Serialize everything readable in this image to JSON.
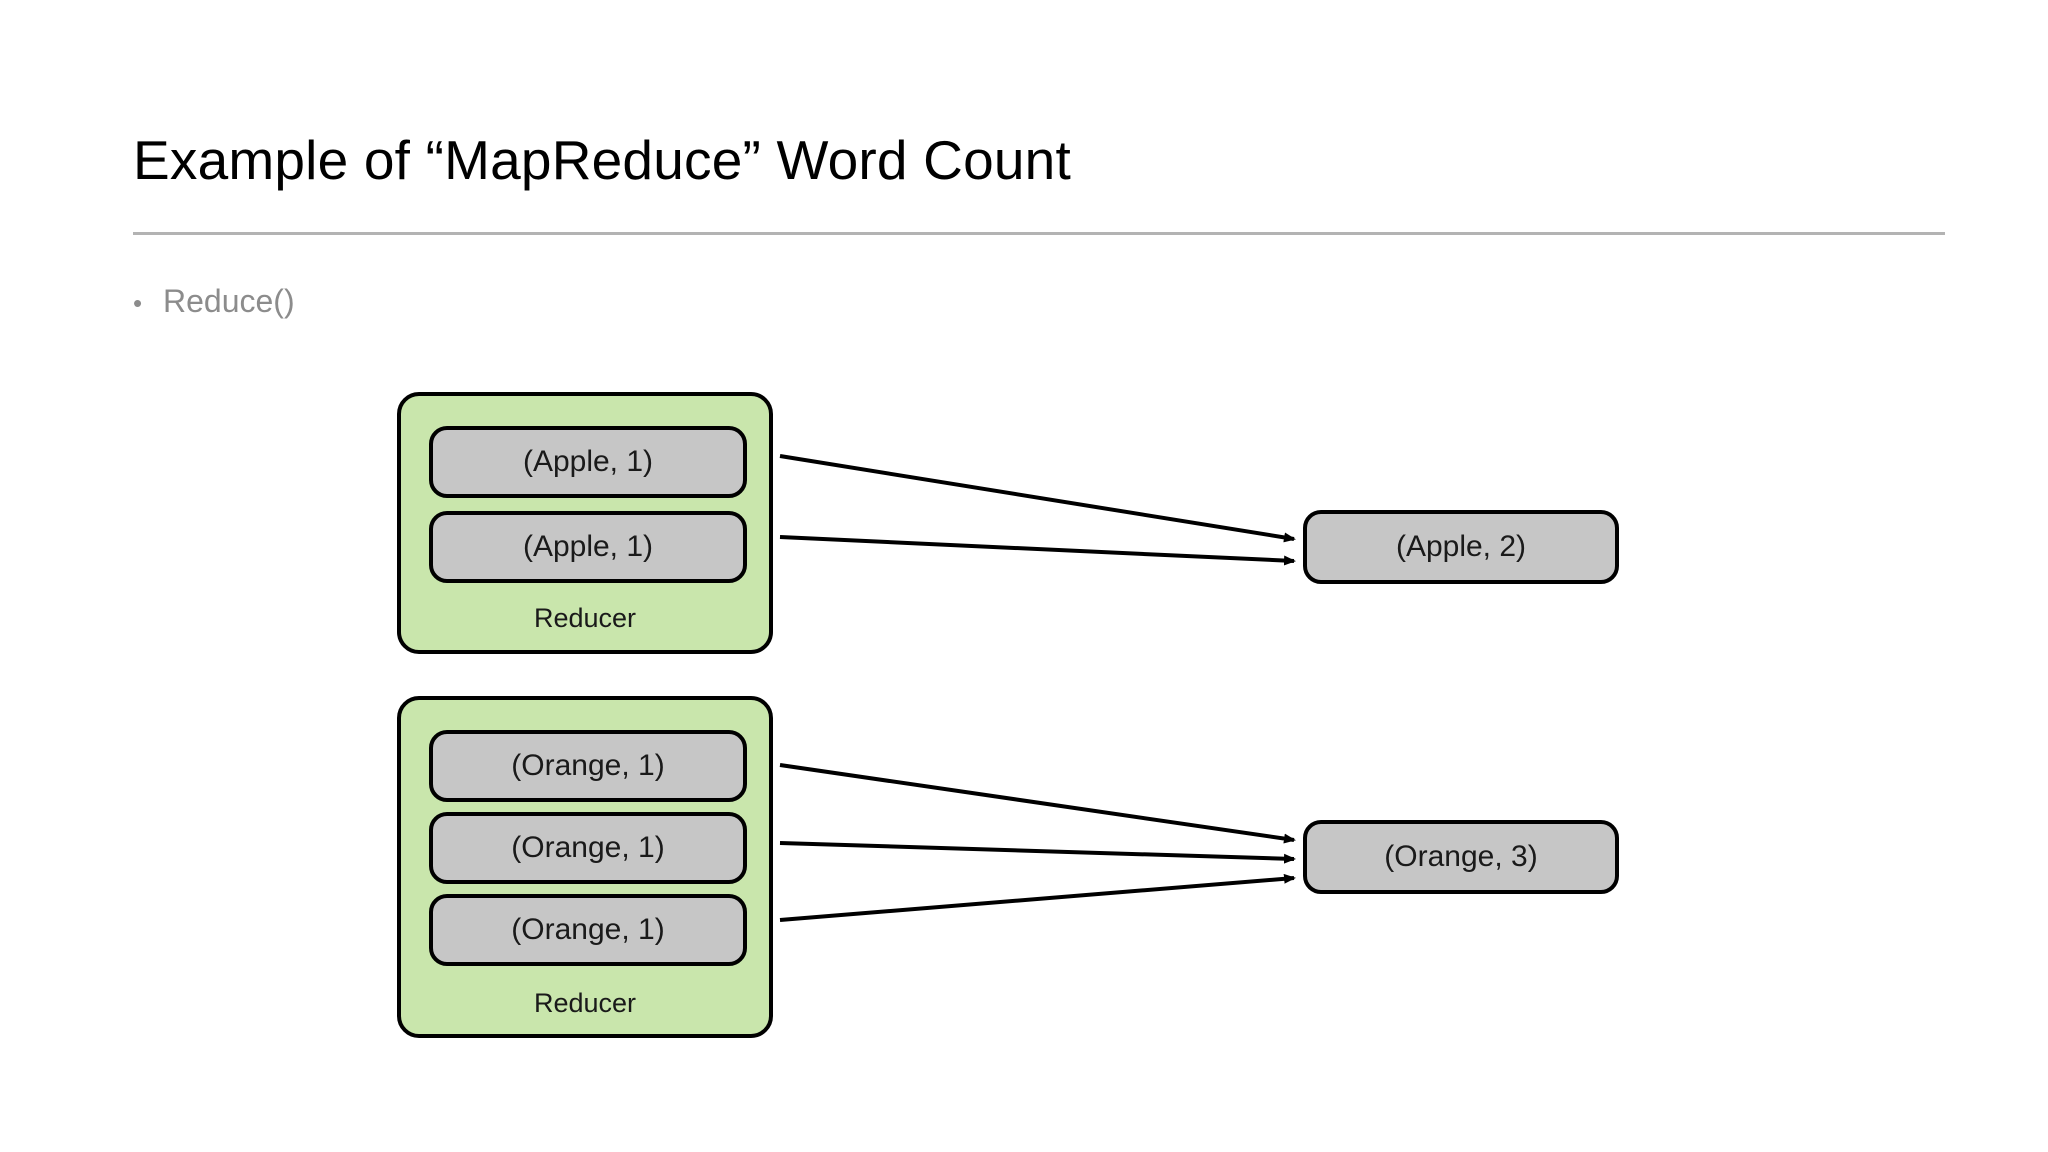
{
  "slide": {
    "title": "Example of “MapReduce” Word Count",
    "bullet_marker": "•",
    "bullet_text": "Reduce()"
  },
  "colors": {
    "background": "#ffffff",
    "title_text": "#000000",
    "divider": "#b3b3b3",
    "bullet_text": "#8c8c8c",
    "reducer_fill": "#c9e6ac",
    "box_fill": "#c6c6c6",
    "stroke": "#000000"
  },
  "diagram": {
    "reducers": [
      {
        "label": "Reducer",
        "items": [
          {
            "text": "(Apple, 1)"
          },
          {
            "text": "(Apple, 1)"
          }
        ]
      },
      {
        "label": "Reducer",
        "items": [
          {
            "text": "(Orange, 1)"
          },
          {
            "text": "(Orange, 1)"
          },
          {
            "text": "(Orange, 1)"
          }
        ]
      }
    ],
    "outputs": [
      {
        "text": "(Apple, 2)"
      },
      {
        "text": "(Orange, 3)"
      }
    ],
    "arrow_count_to_apple": 2,
    "arrow_count_to_orange": 3
  }
}
